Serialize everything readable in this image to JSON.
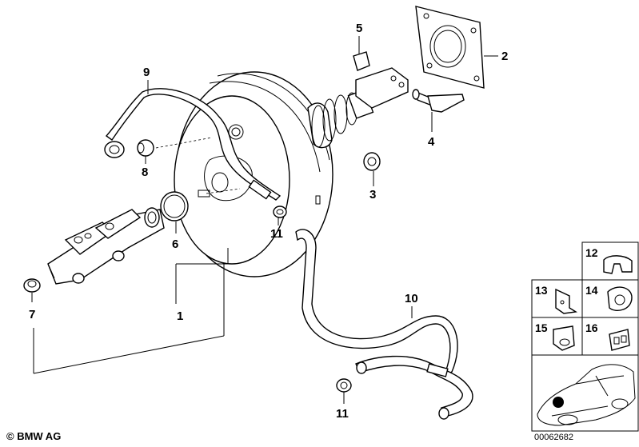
{
  "callouts": {
    "c1": "1",
    "c2": "2",
    "c3": "3",
    "c4": "4",
    "c5": "5",
    "c6": "6",
    "c7": "7",
    "c8": "8",
    "c9": "9",
    "c10": "10",
    "c11a": "11",
    "c11b": "11",
    "c12": "12",
    "c13": "13",
    "c14": "14",
    "c15": "15",
    "c16": "16"
  },
  "footer": {
    "copyright": "© BMW AG",
    "drawing_number": "00062682"
  }
}
